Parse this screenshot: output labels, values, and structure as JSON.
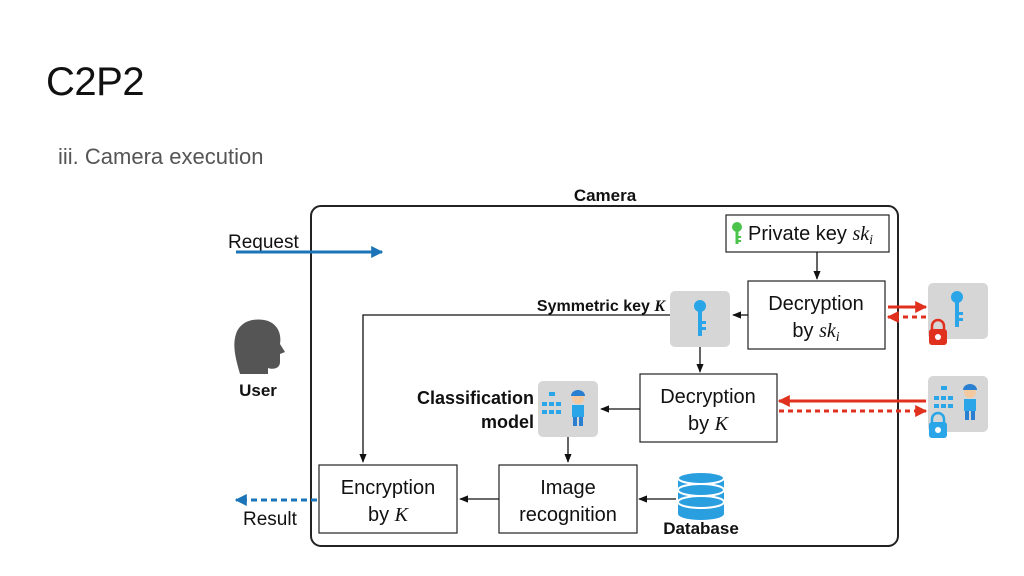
{
  "slide": {
    "title": "C2P2",
    "subtitle": "iii.  Camera execution"
  },
  "diagram": {
    "container_label": "Camera",
    "request_label": "Request",
    "result_label": "Result",
    "user_label": "User",
    "private_key": {
      "text": "Private key ",
      "var": "sk",
      "sub": "i"
    },
    "decrypt_ski": {
      "line1": "Decryption",
      "line2_prefix": "by ",
      "var": "sk",
      "sub": "i"
    },
    "symmetric_key": {
      "text": "Symmetric key ",
      "var": "K"
    },
    "decrypt_k": {
      "line1": "Decryption",
      "line2_prefix": "by ",
      "var": "K"
    },
    "classification_model": {
      "line1": "Classification",
      "line2": "model"
    },
    "image_recognition": {
      "line1": "Image",
      "line2": "recognition"
    },
    "encrypt_k": {
      "line1": "Encryption",
      "line2_prefix": "by ",
      "var": "K"
    },
    "database_label": "Database",
    "colors": {
      "request_arrow": "#1b74b8",
      "result_arrow": "#1b74b8",
      "incoming_arrow": "#e0301e",
      "key_icon": "#2aa6e8",
      "private_key_icon": "#4cc44c",
      "lock_red": "#e0301e",
      "lock_blue": "#2aa6e8",
      "database_icon": "#2a9fe0",
      "user_icon": "#555555"
    }
  }
}
